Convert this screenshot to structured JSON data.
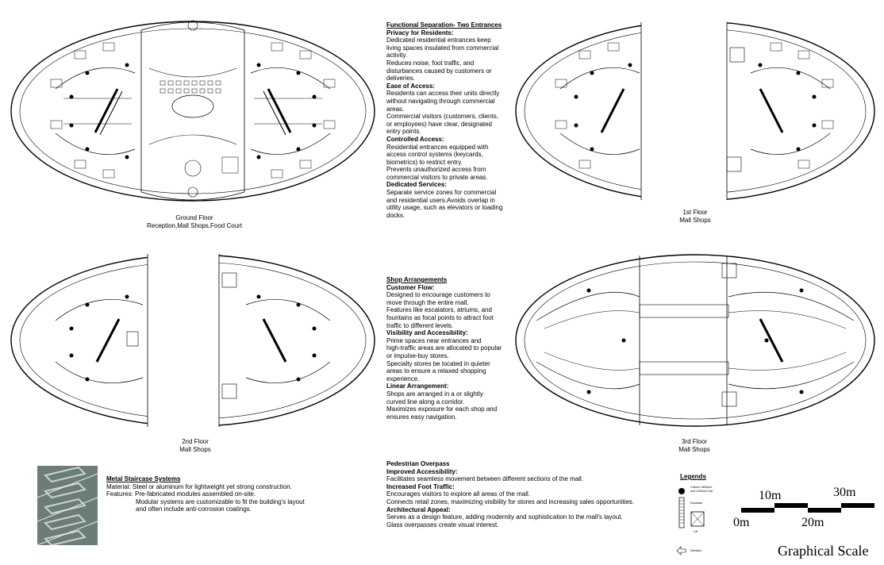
{
  "plans": {
    "ground": {
      "caption_line1": "Ground Floor",
      "caption_line2": "Reception,Mall Shops,Food Court"
    },
    "first": {
      "caption_line1": "1st Floor",
      "caption_line2": "Mall Shops"
    },
    "second": {
      "caption_line1": "2nd Floor",
      "caption_line2": "Mall Shops"
    },
    "third": {
      "caption_line1": "3rd Floor",
      "caption_line2": "Mall Shops"
    }
  },
  "functional": {
    "title": "Functional Separation- Two Entrances",
    "privacy_h": "Privacy for Residents:",
    "privacy_1": "Dedicated residential entrances keep",
    "privacy_2": "living spaces insulated from commercial",
    "privacy_3": "activity.",
    "privacy_4": "Reduces noise, foot traffic, and",
    "privacy_5": "disturbances caused by customers or",
    "privacy_6": "deliveries.",
    "ease_h": "Ease of Access:",
    "ease_1": "Residents can access their units directly",
    "ease_2": "without navigating through commercial",
    "ease_3": "areas.",
    "ease_4": "Commercial visitors (customers, clients,",
    "ease_5": "or employees) have clear, designated",
    "ease_6": "entry points.",
    "control_h": "Controlled Access:",
    "control_1": "Residential entrances  equipped with",
    "control_2": "access control systems (keycards,",
    "control_3": "biometrics) to restrict entry.",
    "control_4": "Prevents unauthorized access from",
    "control_5": "commercial visitors to private areas.",
    "service_h": "Dedicated Services:",
    "service_1": "Separate service zones for commercial",
    "service_2": "and residential users.Avoids overlap in",
    "service_3": "utility usage, such as elevators or loading",
    "service_4": "docks."
  },
  "shops": {
    "title": "Shop Arrangements",
    "flow_h": "Customer Flow:",
    "flow_1": "Designed to encourage customers to",
    "flow_2": "move through the entire mall.",
    "flow_3": "Features like escalators, atriums, and",
    "flow_4": "fountains as focal points to attract foot",
    "flow_5": "traffic to different levels.",
    "vis_h": "Visibility and Accessibility:",
    "vis_1": "Prime spaces near entrances and",
    "vis_2": "high-traffic areas are allocated to popular",
    "vis_3": "or impulse-buy stores.",
    "vis_4": "Specialty stores be located in quieter",
    "vis_5": "areas to ensure a relaxed shopping",
    "vis_6": "experience.",
    "lin_h": "Linear Arrangement:",
    "lin_1": "Shops are arranged in a or slightly",
    "lin_2": "curved line along a corridor.",
    "lin_3": "Maximizes exposure for each shop and",
    "lin_4": "ensures easy navigation."
  },
  "staircase": {
    "title": "Metal Staircase Systems",
    "line_1": "Material: Steel or aluminum for lightweight yet strong construction.",
    "line_2": "Features: Pre-fabricated modules assembled on-site.",
    "line_3": "Modular systems are customizable to fit the building's layout",
    "line_4": "and often include anti-corrosion coatings."
  },
  "overpass": {
    "title": "Pedestrian Overpass",
    "acc_h": "Improved Accessibility:",
    "acc_1": "Facilitates seamless movement between different sections of the mall.",
    "foot_h": "Increased Foot Traffic:",
    "foot_1": "Encourages visitors to explore all areas of the mall.",
    "foot_2": "Connects retail zones, maximizing visibility for stores and increasing sales opportunities.",
    "arch_h": "Architectural Appeal:",
    "arch_1": "Serves as a design feature, adding modernity and sophistication to the mall's layout.",
    "arch_2": "Glass  overpasses create visual interest."
  },
  "legend": {
    "title": "Legends",
    "column_1": "Column 1800mm",
    "column_2": "And 1200mm Dia.",
    "escalator": "Escalator",
    "lift": "Lift",
    "direction": "Direction"
  },
  "scale": {
    "title": "Graphical Scale",
    "m0": "0m",
    "m10": "10m",
    "m20": "20m",
    "m30": "30m"
  }
}
